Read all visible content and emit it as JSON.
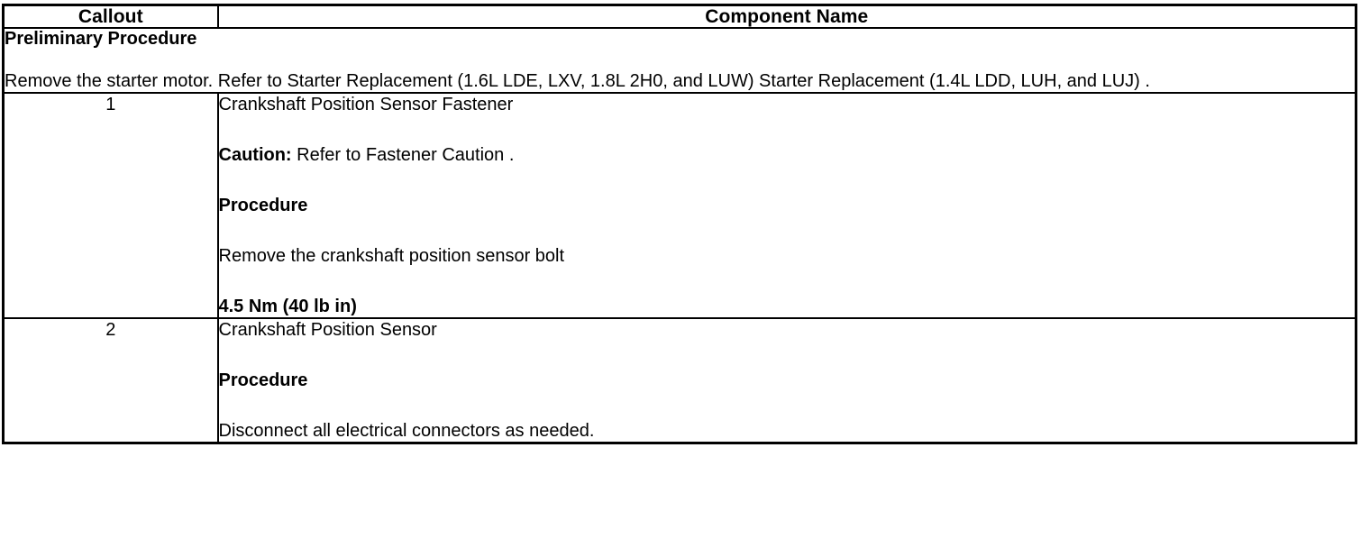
{
  "table": {
    "headers": {
      "callout": "Callout",
      "component": "Component Name"
    },
    "preliminary": {
      "title": "Preliminary Procedure",
      "body": "Remove the starter motor. Refer to Starter Replacement (1.6L LDE, LXV, 1.8L 2H0, and LUW) Starter Replacement (1.4L LDD, LUH, and LUJ) ."
    },
    "rows": [
      {
        "callout": "1",
        "component_title": "Crankshaft Position Sensor Fastener",
        "caution_label": "Caution:",
        "caution_text": " Refer to Fastener Caution .",
        "procedure_label": "Procedure",
        "procedure_text": "Remove the crankshaft position sensor bolt",
        "torque": "4.5 Nm (40 lb in)"
      },
      {
        "callout": "2",
        "component_title": "Crankshaft Position Sensor",
        "procedure_label": "Procedure",
        "procedure_text": "Disconnect all electrical connectors as needed."
      }
    ]
  },
  "colors": {
    "border": "#000000",
    "text": "#000000",
    "background": "#ffffff"
  }
}
